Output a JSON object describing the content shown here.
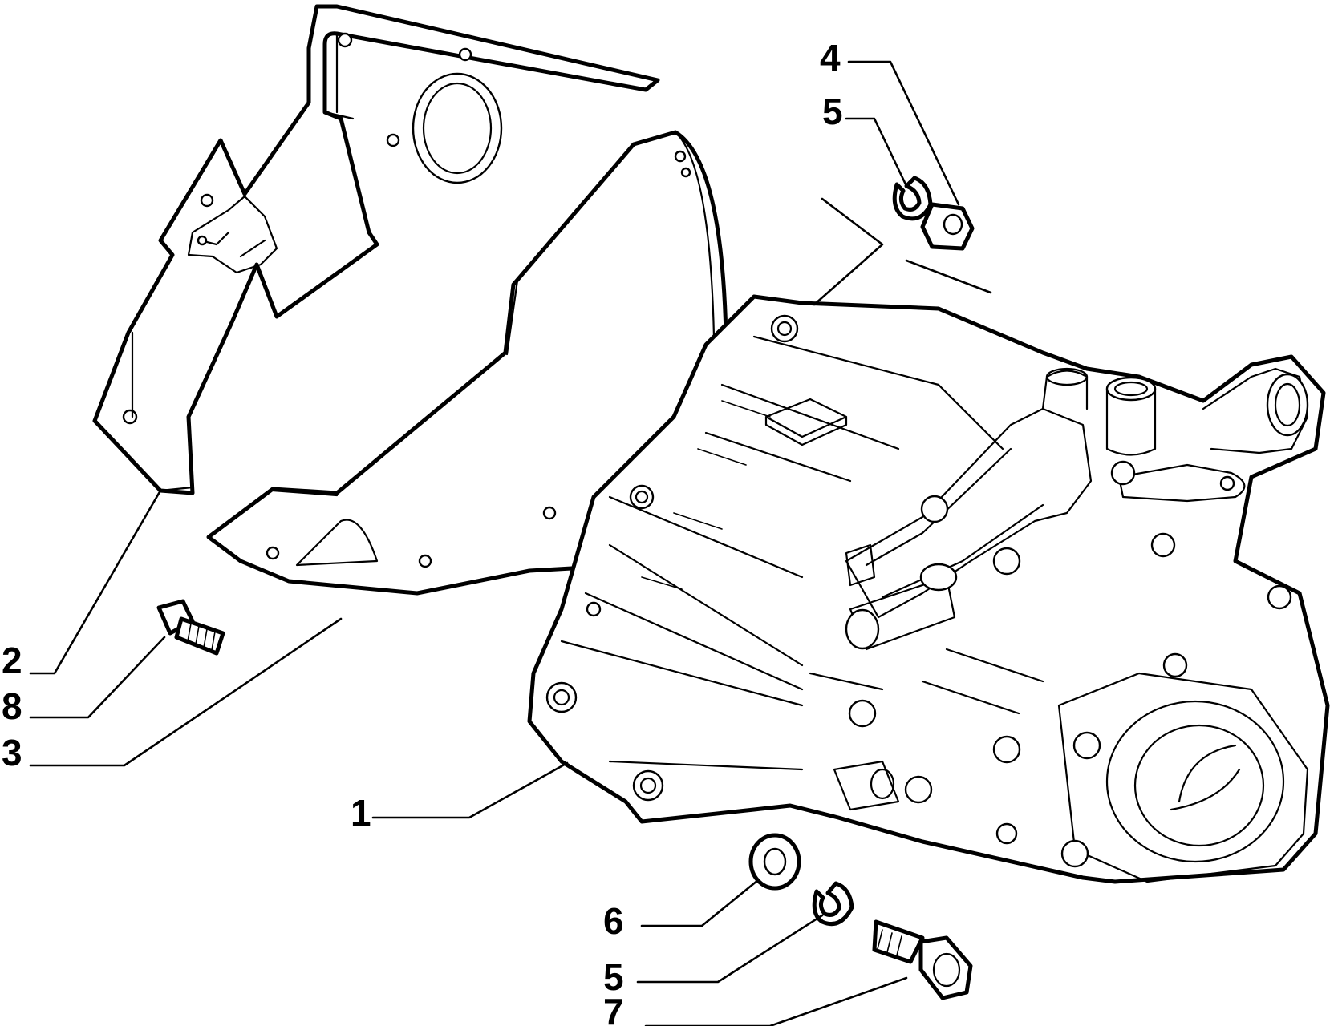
{
  "callouts": [
    {
      "id": "1",
      "label": "1"
    },
    {
      "id": "2",
      "label": "2"
    },
    {
      "id": "3",
      "label": "3"
    },
    {
      "id": "4",
      "label": "4"
    },
    {
      "id": "5a",
      "label": "5"
    },
    {
      "id": "5b",
      "label": "5"
    },
    {
      "id": "6",
      "label": "6"
    },
    {
      "id": "7",
      "label": "7"
    },
    {
      "id": "8",
      "label": "8"
    }
  ],
  "colors": {
    "line": "#000000",
    "background": "#ffffff"
  }
}
